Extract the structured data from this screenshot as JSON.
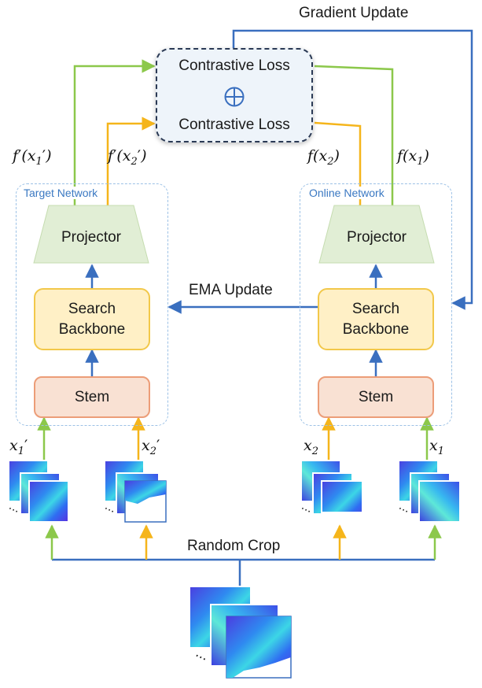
{
  "loss": {
    "top_label": "Contrastive Loss",
    "bottom_label": "Contrastive Loss",
    "combine_icon": "circle-plus-icon"
  },
  "target_network": {
    "label": "Target Network",
    "projector": "Projector",
    "backbone_line1": "Search",
    "backbone_line2": "Backbone",
    "stem": "Stem"
  },
  "online_network": {
    "label": "Online Network",
    "projector": "Projector",
    "backbone_line1": "Search",
    "backbone_line2": "Backbone",
    "stem": "Stem"
  },
  "labels": {
    "gradient_update": "Gradient Update",
    "ema_update": "EMA Update",
    "random_crop": "Random Crop"
  },
  "features": {
    "target_x1": {
      "func": "f",
      "prime": "′",
      "arg": "x",
      "sub": "1",
      "argprime": "′"
    },
    "target_x2": {
      "func": "f",
      "prime": "′",
      "arg": "x",
      "sub": "2",
      "argprime": "′"
    },
    "online_x2": {
      "func": "f",
      "prime": "",
      "arg": "x",
      "sub": "2",
      "argprime": ""
    },
    "online_x1": {
      "func": "f",
      "prime": "",
      "arg": "x",
      "sub": "1",
      "argprime": ""
    }
  },
  "inputs": {
    "x1_prime": {
      "arg": "x",
      "sub": "1",
      "argprime": "′"
    },
    "x2_prime": {
      "arg": "x",
      "sub": "2",
      "argprime": "′"
    },
    "x2": {
      "arg": "x",
      "sub": "2",
      "argprime": ""
    },
    "x1": {
      "arg": "x",
      "sub": "1",
      "argprime": ""
    }
  },
  "colors": {
    "blue_arrow": "#3a6fbf",
    "green_arrow": "#8cc84b",
    "orange_arrow": "#f5b51b",
    "stem_fill": "#f9e1d3",
    "backbone_fill": "#fff0c6",
    "projector_fill": "#e1eed5",
    "loss_fill": "#eef4fa"
  }
}
